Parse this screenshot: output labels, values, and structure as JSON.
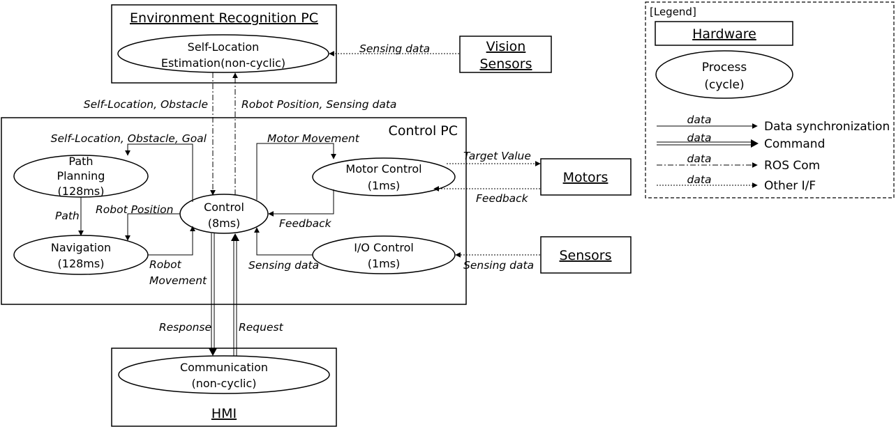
{
  "hardware": {
    "env_pc": "Environment Recognition PC",
    "vision_line1": "Vision",
    "vision_line2": "Sensors",
    "control_pc": "Control PC",
    "motors": "Motors",
    "sensors": "Sensors",
    "hmi": "HMI"
  },
  "processes": {
    "self_location_line1": "Self-Location",
    "self_location_line2": "Estimation(non-cyclic)",
    "path_planning_line1": "Path",
    "path_planning_line2": "Planning",
    "path_planning_line3": "(128ms)",
    "navigation_line1": "Navigation",
    "navigation_line2": "(128ms)",
    "control_line1": "Control",
    "control_line2": "(8ms)",
    "motor_control_line1": "Motor Control",
    "motor_control_line2": "(1ms)",
    "io_control_line1": "I/O Control",
    "io_control_line2": "(1ms)",
    "communication_line1": "Communication",
    "communication_line2": "(non-cyclic)"
  },
  "labels": {
    "sensing_data_vision": "Sensing data",
    "self_location_obstacle": "Self-Location, Obstacle",
    "robot_position_sensing": "Robot Position, Sensing data",
    "self_location_obstacle_goal": "Self-Location, Obstacle, Goal",
    "motor_movement": "Motor Movement",
    "target_value": "Target Value",
    "feedback_motors": "Feedback",
    "path": "Path",
    "robot_position": "Robot Position",
    "feedback_control": "Feedback",
    "robot_movement_line1": "Robot",
    "robot_movement_line2": "Movement",
    "sensing_data_io": "Sensing data",
    "sensing_data_sensors": "Sensing data",
    "response": "Response",
    "request": "Request"
  },
  "legend": {
    "title": "[Legend]",
    "hardware": "Hardware",
    "process_line1": "Process",
    "process_line2": "(cycle)",
    "data_sync_tag": "data",
    "data_sync": "Data synchronization",
    "command_tag": "data",
    "command": "Command",
    "ros_tag": "data",
    "ros": "ROS Com",
    "other_tag": "data",
    "other": "Other I/F"
  }
}
